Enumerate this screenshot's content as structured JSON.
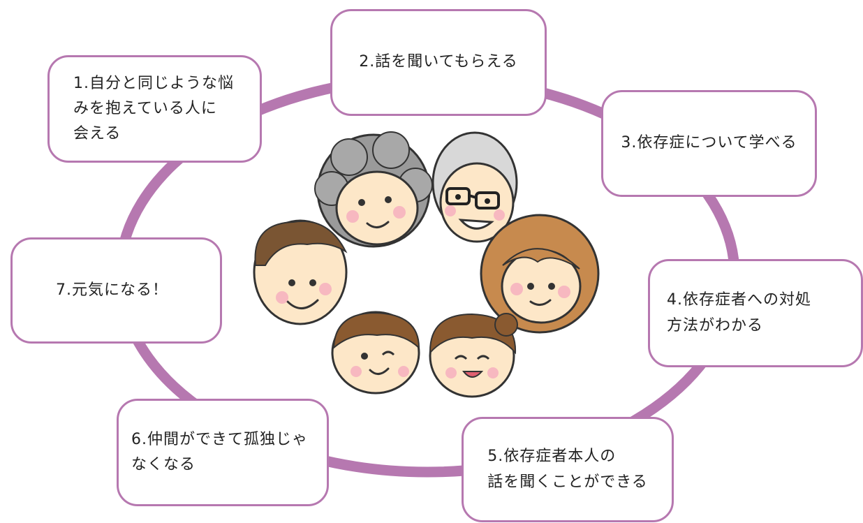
{
  "items": [
    {
      "label": "1.自分と同じような悩\nみを抱えている人に\n会える"
    },
    {
      "label": "2.話を聞いてもらえる"
    },
    {
      "label": "3.依存症について学べる"
    },
    {
      "label": "4.依存症者への対処\n方法がわかる"
    },
    {
      "label": "5.依存症者本人の\n話を聞くことができる"
    },
    {
      "label": "6.仲間ができて孤独じゃ\nなくなる"
    },
    {
      "label": "7.元気になる！"
    }
  ],
  "colors": {
    "ring": "#b678b0",
    "box_border": "#b678b0",
    "skin": "#fde7c8",
    "cheek": "#f7b8c0"
  },
  "icons": [
    "grandmother-face-icon",
    "grandfather-face-icon",
    "mother-face-icon",
    "father-face-icon",
    "boy-face-icon",
    "girl-face-icon"
  ]
}
